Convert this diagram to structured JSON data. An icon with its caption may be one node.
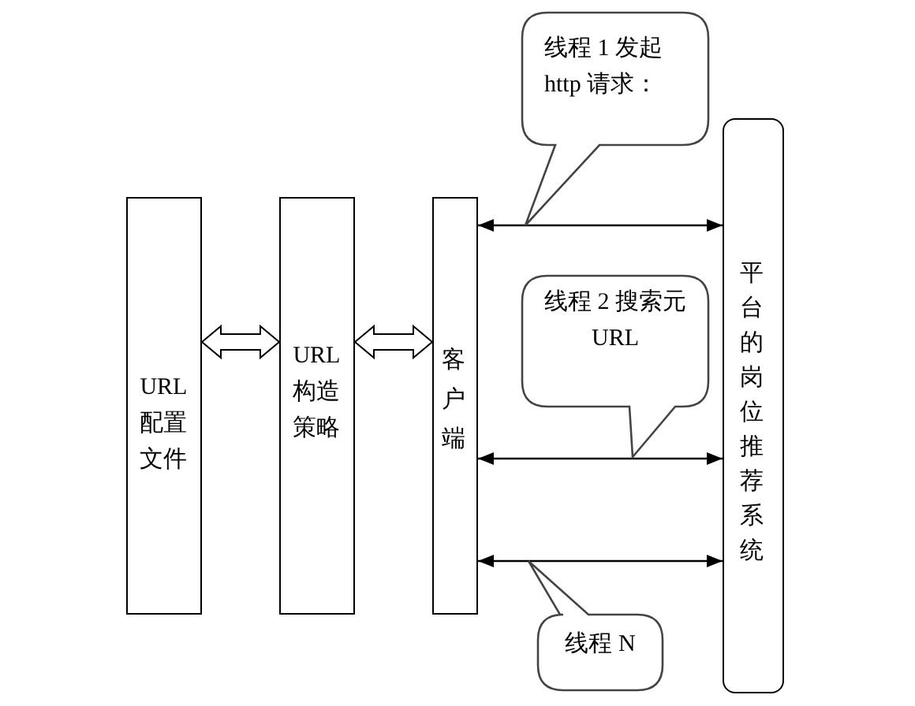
{
  "diagram": {
    "nodes": [
      {
        "text": [
          "URL配置文件"
        ]
      },
      {
        "text": [
          "URL构造策略"
        ]
      },
      {
        "text": [
          "客户端"
        ]
      },
      {
        "text": [
          "平台的岗位推荐系统"
        ]
      },
      {
        "text": [
          "线程 1 发起http 请求："
        ]
      },
      {
        "text": [
          "线程 2 搜索元URL"
        ]
      },
      {
        "text": [
          "线程 N"
        ]
      }
    ],
    "edges": [
      {
        "from": 0,
        "to": 1,
        "arrow": "both",
        "style": "thick"
      },
      {
        "from": 1,
        "to": 2,
        "arrow": "both",
        "style": "thick"
      },
      {
        "from": 2,
        "to": 3,
        "arrow": "both"
      },
      {
        "from": 2,
        "to": 3,
        "arrow": "both"
      },
      {
        "from": 2,
        "to": 3,
        "arrow": "both"
      }
    ]
  }
}
